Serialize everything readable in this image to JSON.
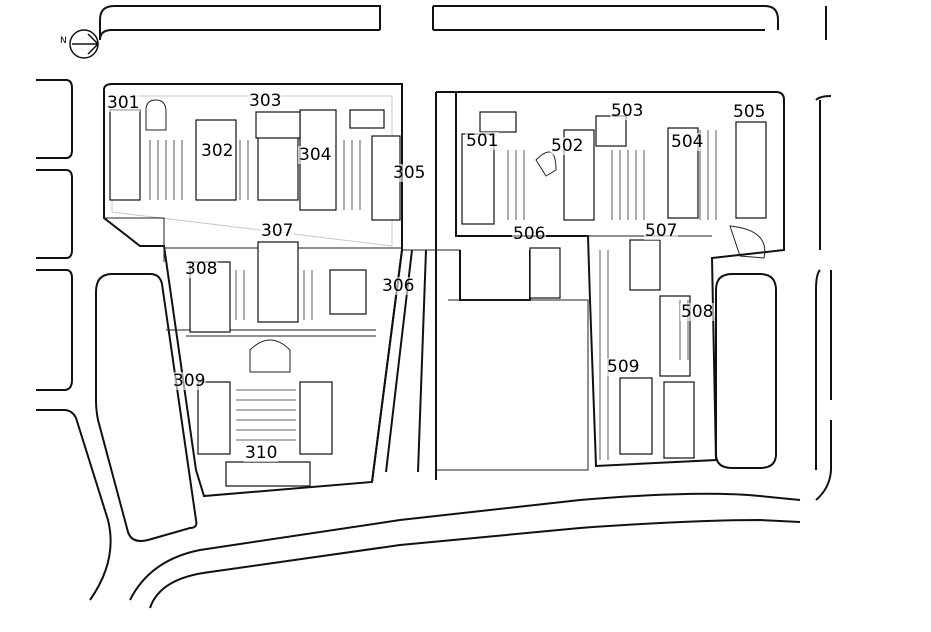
{
  "north_arrow": {
    "letter": "N",
    "icon": "north-arrow-icon"
  },
  "colors": {
    "line": "#111111",
    "background": "#ffffff"
  },
  "buildings": [
    {
      "id": "b301",
      "label": "301"
    },
    {
      "id": "b302",
      "label": "302"
    },
    {
      "id": "b303",
      "label": "303"
    },
    {
      "id": "b304w",
      "label": "304"
    },
    {
      "id": "b305",
      "label": "305"
    },
    {
      "id": "b306",
      "label": "306"
    },
    {
      "id": "b307",
      "label": "307"
    },
    {
      "id": "b308",
      "label": "308"
    },
    {
      "id": "b309",
      "label": "309"
    },
    {
      "id": "b310",
      "label": "310"
    },
    {
      "id": "b501",
      "label": "501"
    },
    {
      "id": "b502",
      "label": "502"
    },
    {
      "id": "b503",
      "label": "503"
    },
    {
      "id": "b504",
      "label": "504"
    },
    {
      "id": "b505",
      "label": "505"
    },
    {
      "id": "b506",
      "label": "506"
    },
    {
      "id": "b507",
      "label": "507"
    },
    {
      "id": "b508",
      "label": "508"
    },
    {
      "id": "b509",
      "label": "509"
    }
  ]
}
